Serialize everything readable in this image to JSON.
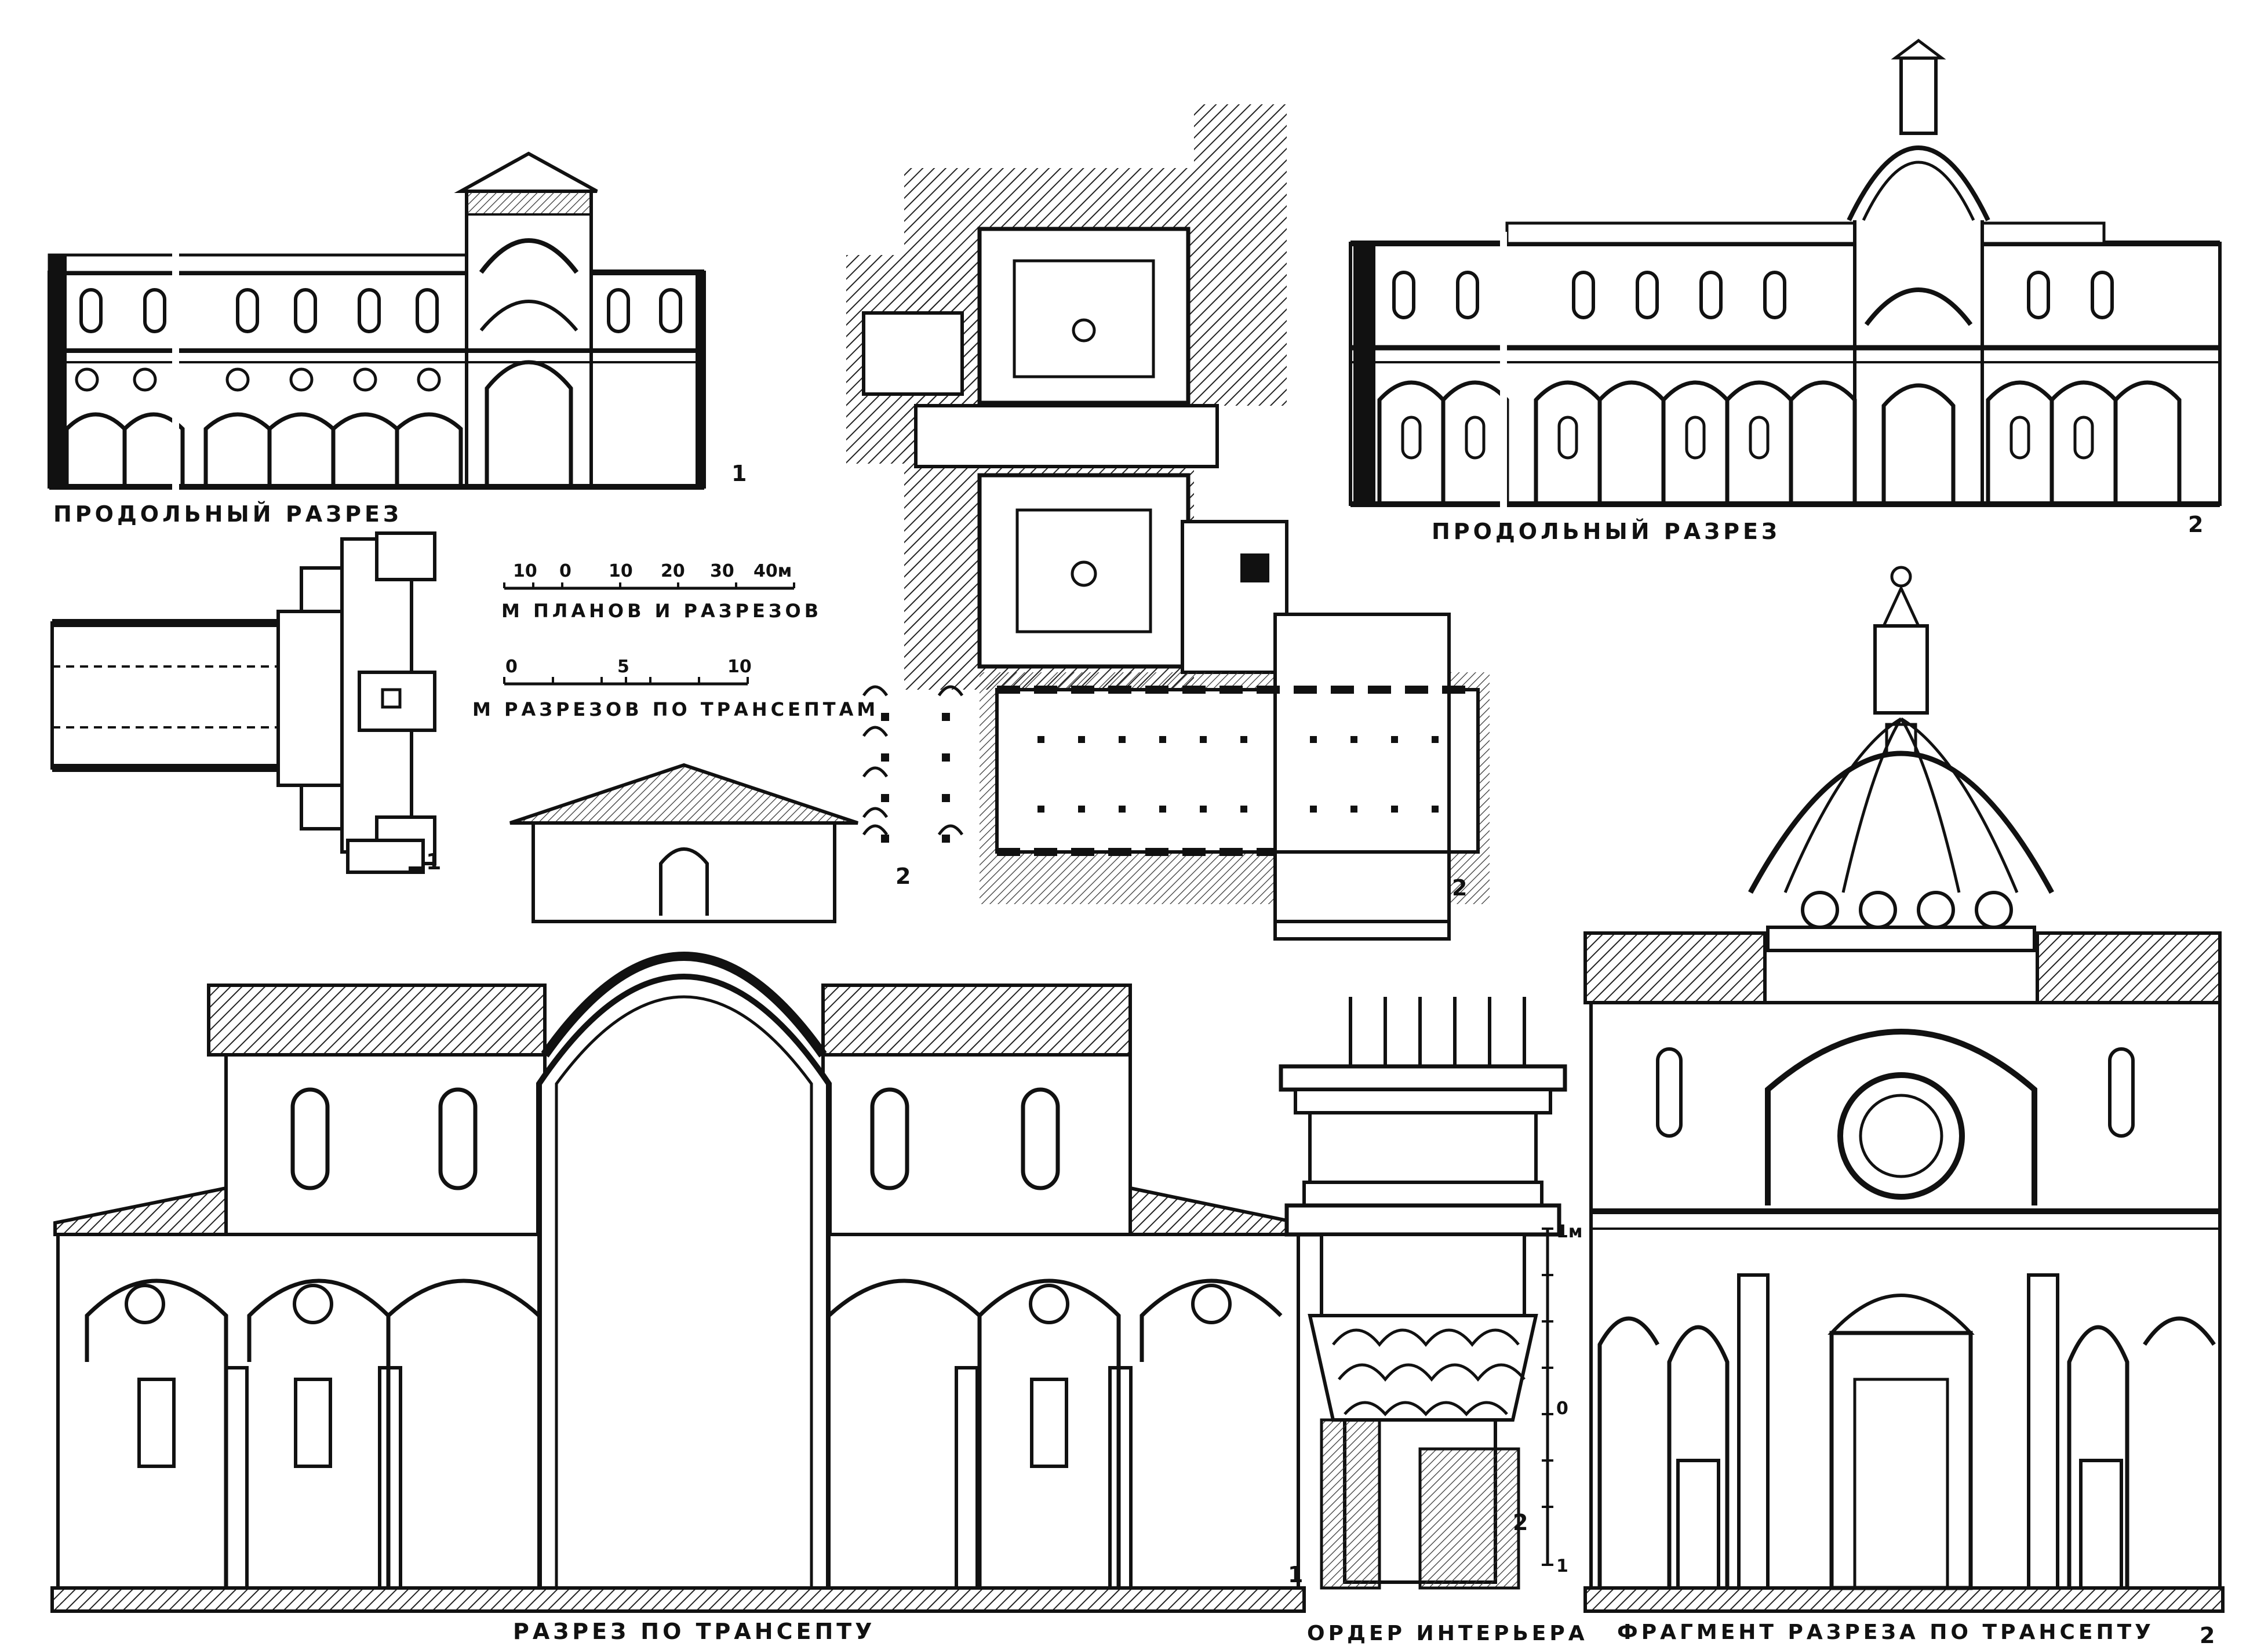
{
  "labels": {
    "long_section_1": "ПРОДОЛЬНЫЙ РАЗРЕЗ",
    "long_section_2": "ПРОДОЛЬНЫЙ РАЗРЕЗ",
    "transept_section": "РАЗРЕЗ ПО ТРАНСЕПТУ",
    "interior_order": "ОРДЕР ИНТЕРЬЕРА",
    "transept_fragment": "ФРАГМЕНТ РАЗРЕЗА ПО ТРАНСЕПТУ"
  },
  "scale_bars": {
    "plans": {
      "ticks": [
        "10",
        "0",
        "10",
        "20",
        "30",
        "40м"
      ],
      "caption": "М ПЛАНОВ И РАЗРЕЗОВ"
    },
    "transepts": {
      "ticks": [
        "0",
        "5",
        "10"
      ],
      "caption": "М РАЗРЕЗОВ ПО ТРАНСЕПТАМ"
    }
  },
  "order_scale": {
    "ticks": [
      "1м",
      "0",
      "1"
    ]
  },
  "numbers": {
    "long_section_1": "1",
    "long_section_2": "2",
    "plan_1": "1",
    "plan_2_left": "2",
    "plan_2_right": "2",
    "transept_section": "1",
    "interior_order": "2",
    "transept_fragment": "2"
  }
}
